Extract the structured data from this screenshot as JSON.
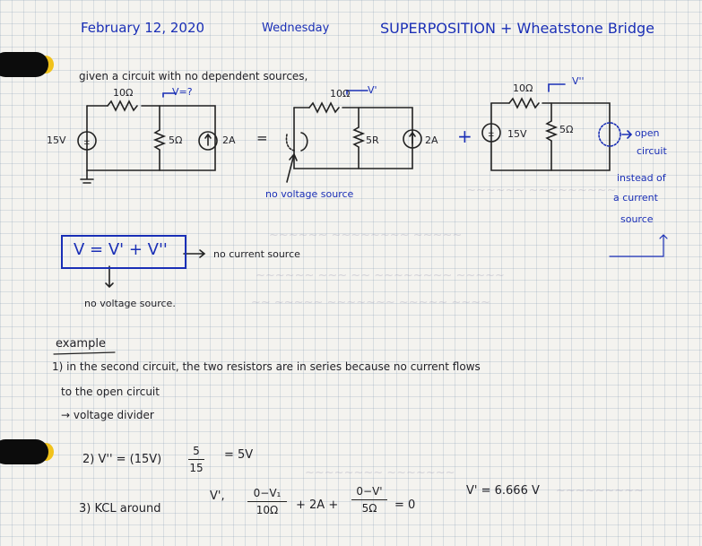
{
  "header": {
    "date": "February 12, 2020",
    "weekday": "Wednesday",
    "topic": "SUPERPOSITION + Wheatstone Bridge"
  },
  "intro": "given a circuit with no dependent sources,",
  "circuit1": {
    "source": "15V",
    "r1": "10Ω",
    "node": "V=?",
    "r2": "5Ω",
    "current": "2A",
    "equals": "="
  },
  "circuit2": {
    "r1": "10Ω",
    "node": "V'",
    "r2": "5R",
    "current": "2A",
    "note": "no voltage source",
    "plus": "+"
  },
  "circuit3": {
    "r1": "10Ω",
    "node": "V''",
    "source": "15V",
    "r2": "5Ω",
    "note_line1": "open",
    "note_line2": "circuit",
    "note_line3": "instead of",
    "note_line4": "a current",
    "note_line5": "source"
  },
  "formula": {
    "boxed": "V = V' + V''",
    "arrow_note": "no current source",
    "below_note": "no voltage source."
  },
  "example": {
    "heading": "example",
    "line1": "1) in the second circuit, the two resistors are in series because no current flows",
    "line2": "to the open circuit",
    "line3": "→ voltage divider",
    "step2_left": "2)  V'' = (15V)",
    "step2_num": "5",
    "step2_den": "15",
    "step2_result": "= 5V",
    "step3_label": "3)  KCL around",
    "step3_var": "V',",
    "step3_num1": "0−V₁",
    "step3_den1": "10Ω",
    "step3_mid": "+ 2A +",
    "step3_num2": "0−V'",
    "step3_den2": "5Ω",
    "step3_eq": "= 0",
    "step3_result": "V' = 6.666 V"
  }
}
